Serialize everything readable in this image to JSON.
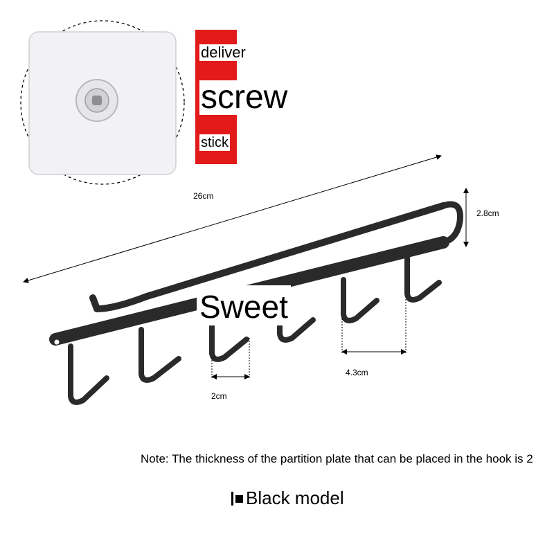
{
  "labels": {
    "deliver": "deliver",
    "screw": "screw",
    "stick": "stick",
    "sweet": "Sweet"
  },
  "dimensions": {
    "length": "26cm",
    "height": "2.8cm",
    "hook_spacing": "4.3cm",
    "hook_opening": "2cm"
  },
  "note": "Note: The thickness of the partition plate that can be placed in the hook is 2",
  "variant": {
    "label": "Black model"
  },
  "colors": {
    "accent_red": "#e21a1a",
    "product_black": "#2a2a2a"
  }
}
